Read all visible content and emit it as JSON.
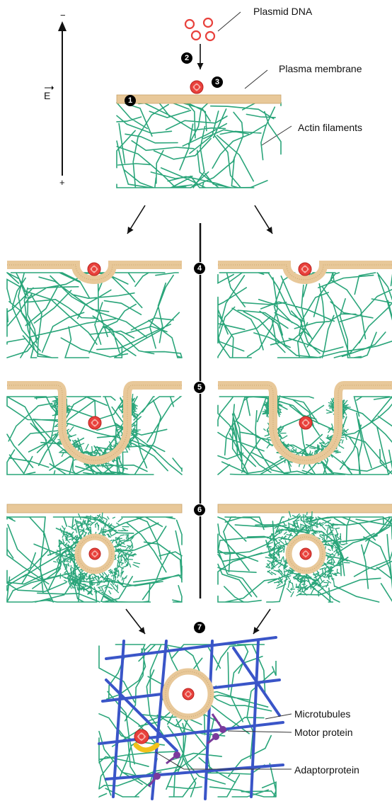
{
  "labels": {
    "plasmid_dna": "Plasmid DNA",
    "plasma_membrane": "Plasma membrane",
    "actin_filaments": "Actin filaments",
    "microtubules": "Microtubules",
    "motor_protein": "Motor protein",
    "adaptor_protein": "Adaptorprotein"
  },
  "field_axis": {
    "symbol": "E",
    "top_sign": "−",
    "bottom_sign": "+"
  },
  "steps": [
    "1",
    "2",
    "3",
    "4",
    "5",
    "6",
    "7"
  ],
  "colors": {
    "membrane": "#e8c899",
    "membrane_edge": "#c9a46b",
    "actin": "#2aa57a",
    "dna": "#e8413c",
    "microtubule": "#3a55c8",
    "motor": "#7a3a9c",
    "adaptor": "#f2c21b"
  }
}
